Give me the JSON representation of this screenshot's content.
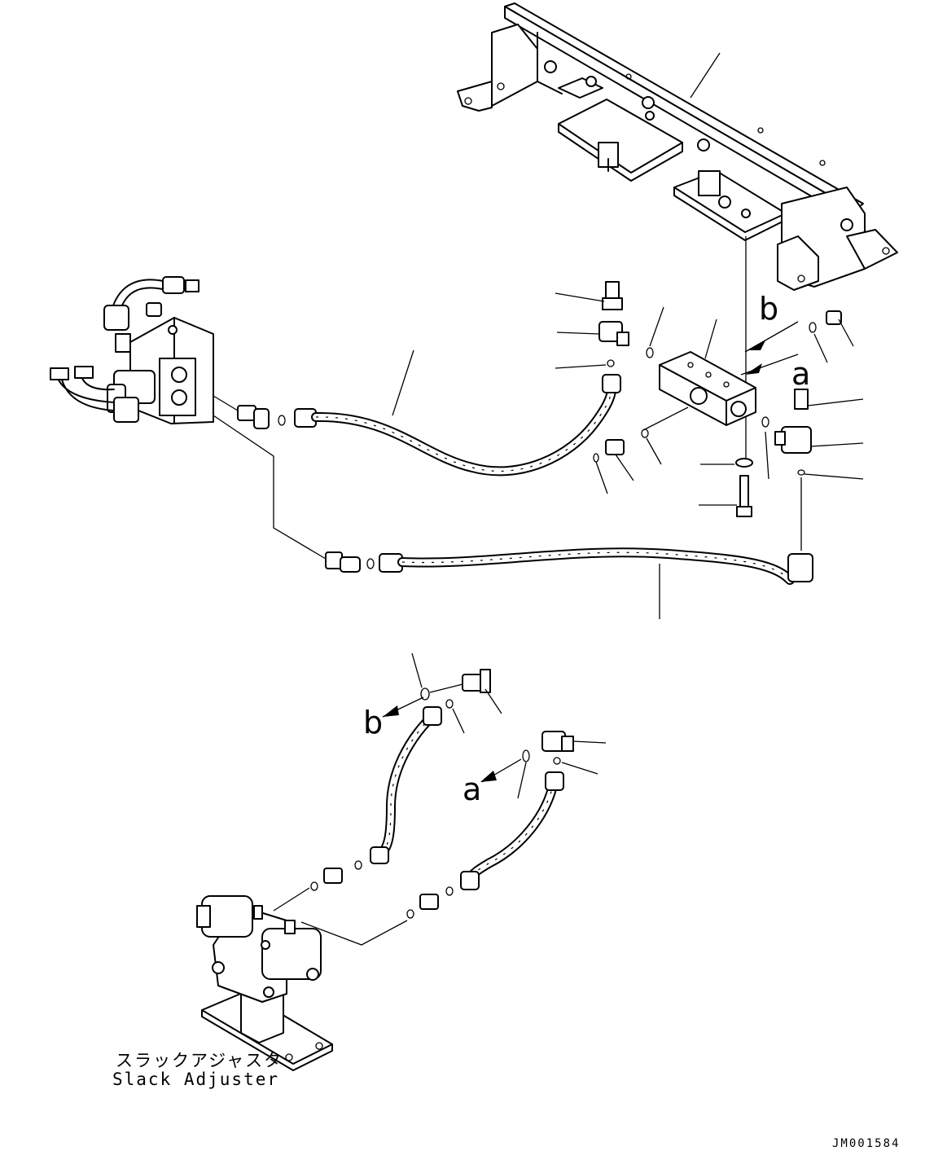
{
  "callouts": {
    "a": "a",
    "b": "b"
  },
  "caption": {
    "japanese": "スラックアジャスタ",
    "english": "Slack Adjuster"
  },
  "drawing_code": "JM001584"
}
